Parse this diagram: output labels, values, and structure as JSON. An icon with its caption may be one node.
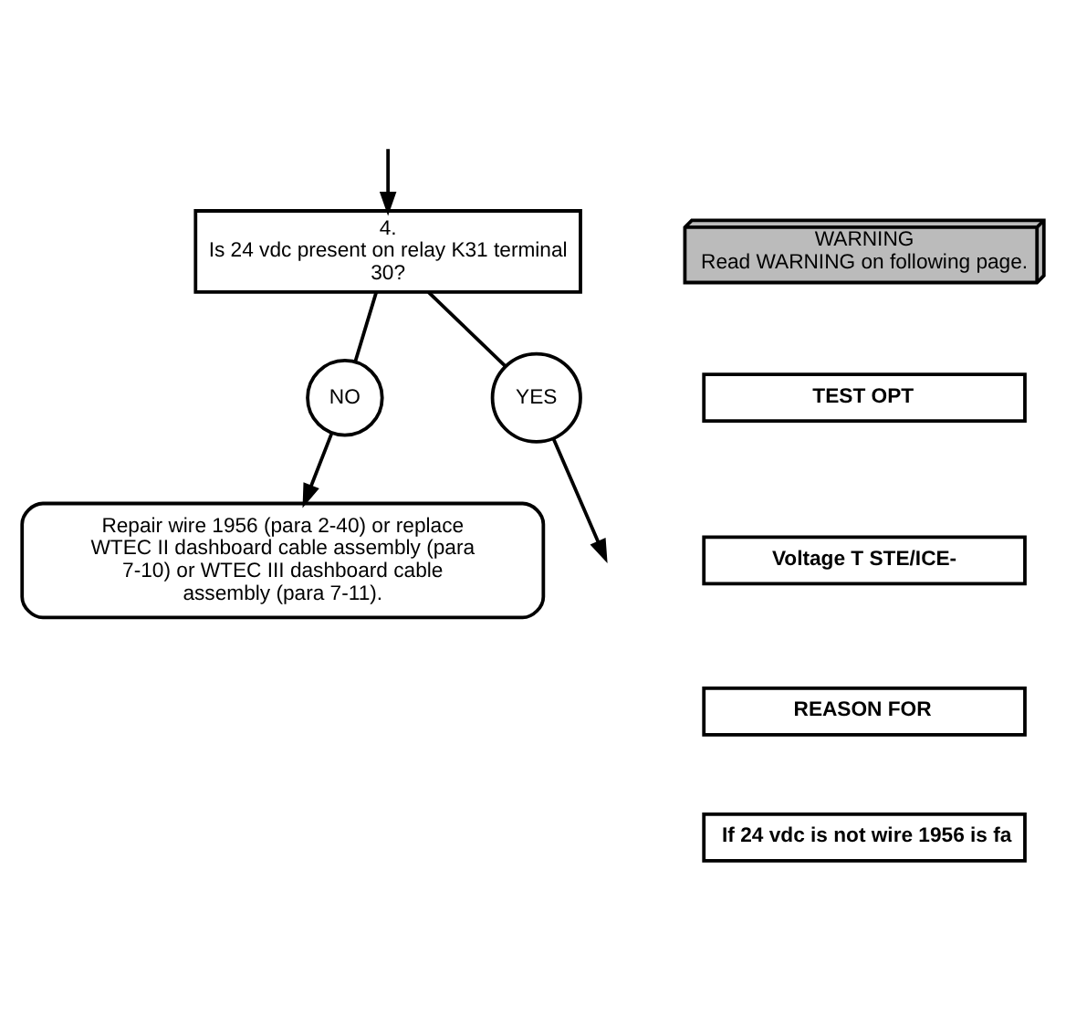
{
  "diagram": {
    "nodes": [
      {
        "text": [
          "4.",
          "Is 24 vdc present on relay K31 terminal 30?"
        ]
      },
      {
        "text": [
          "WARNING",
          "Read WARNING on following page."
        ]
      },
      {
        "text": [
          "NO"
        ]
      },
      {
        "text": [
          "Repair wire 1956 (para 2-40) or replace WTEC II dashboard cable assembly (para 7-10) or WTEC III dashboard cable assembly (para 7-11)."
        ]
      },
      {
        "text": [
          "YES"
        ]
      }
    ],
    "edges": [
      {
        "from": null,
        "to": 0,
        "arrow": "to"
      },
      {
        "from": 0,
        "to": 2,
        "arrow": "none"
      },
      {
        "from": 2,
        "to": 3,
        "arrow": "to"
      },
      {
        "from": 0,
        "to": 4,
        "arrow": "none"
      },
      {
        "from": 4,
        "to": null,
        "arrow": "to"
      }
    ],
    "labels": [
      "TEST OPT",
      "Voltage T STE/ICE-",
      "REASON FOR",
      "If 24 vdc is not wire 1956 is fa"
    ]
  }
}
